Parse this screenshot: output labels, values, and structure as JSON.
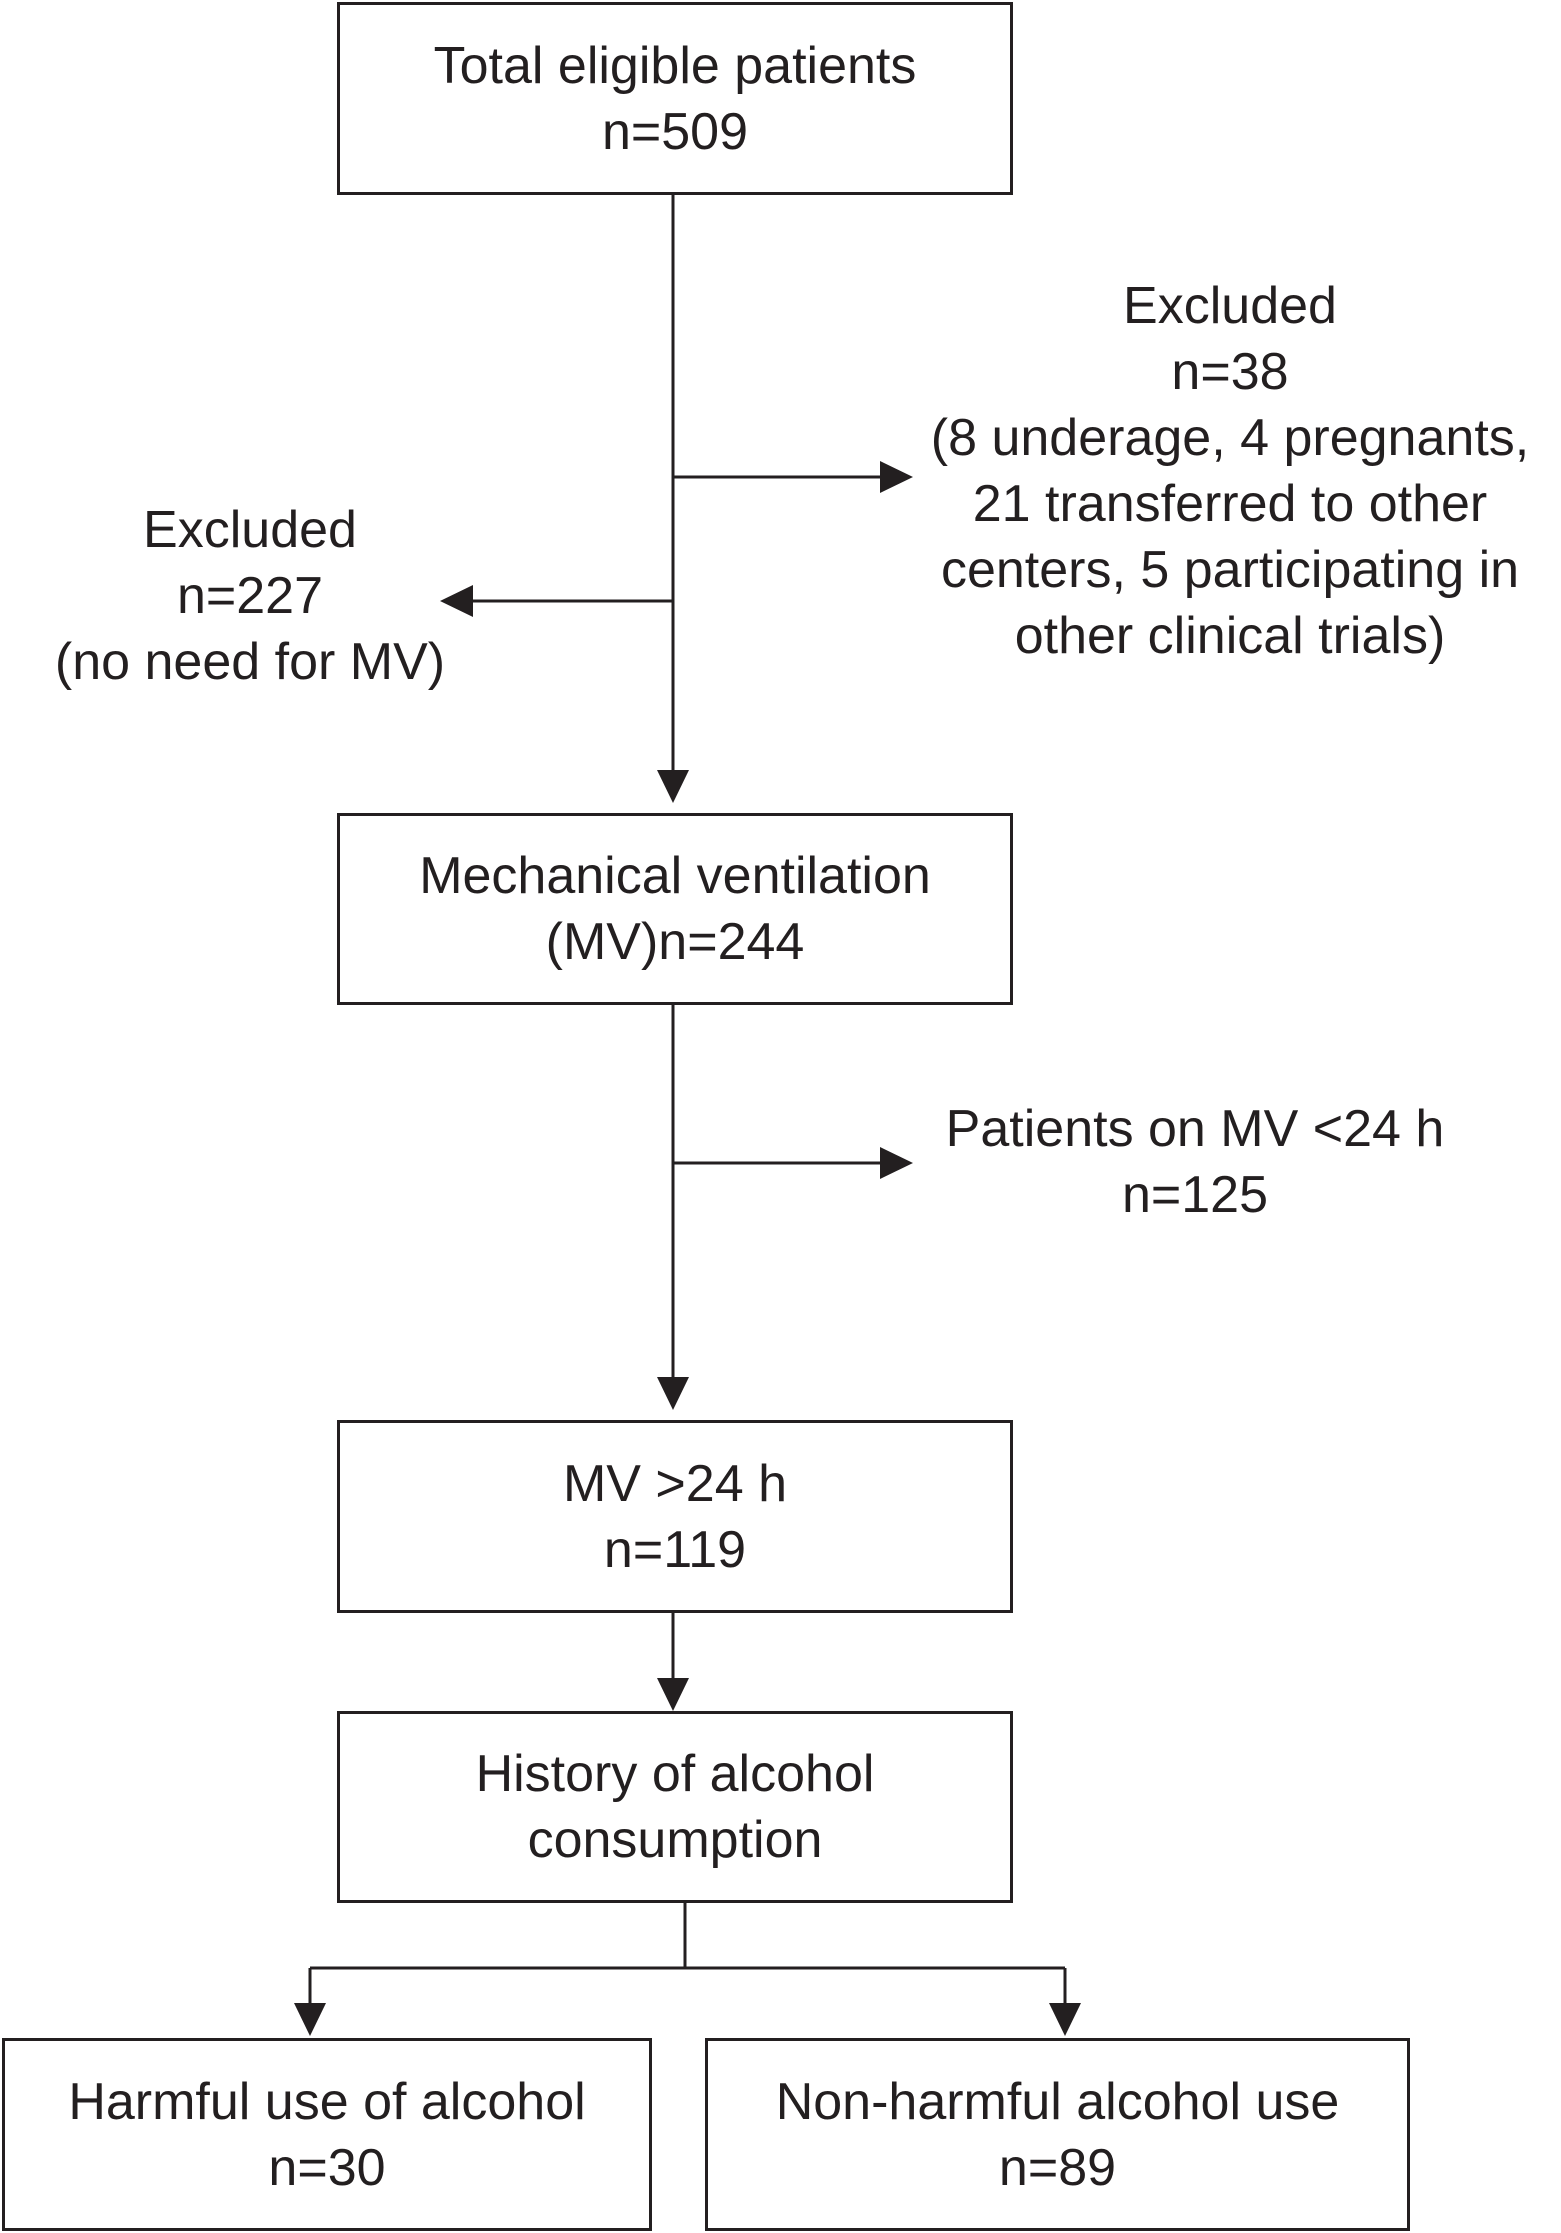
{
  "nodes": {
    "total": {
      "line1": "Total eligible patients",
      "line2": "n=509"
    },
    "excluded_right": {
      "line1": "Excluded",
      "line2": "n=38",
      "line3": "(8 underage, 4 pregnants,",
      "line4": "21 transferred to other",
      "line5": "centers, 5 participating in",
      "line6": "other clinical trials)"
    },
    "excluded_left": {
      "line1": "Excluded",
      "line2": "n=227",
      "line3": "(no need for MV)"
    },
    "mv": {
      "line1": "Mechanical ventilation",
      "line2": "(MV)n=244"
    },
    "mv_short": {
      "line1": "Patients on MV <24 h",
      "line2": "n=125"
    },
    "mv_long": {
      "line1": "MV >24 h",
      "line2": "n=119"
    },
    "history": {
      "line1": "History of alcohol",
      "line2": "consumption"
    },
    "harmful": {
      "line1": "Harmful use of alcohol",
      "line2": "n=30"
    },
    "nonharmful": {
      "line1": "Non-harmful alcohol use",
      "line2": "n=89"
    }
  }
}
